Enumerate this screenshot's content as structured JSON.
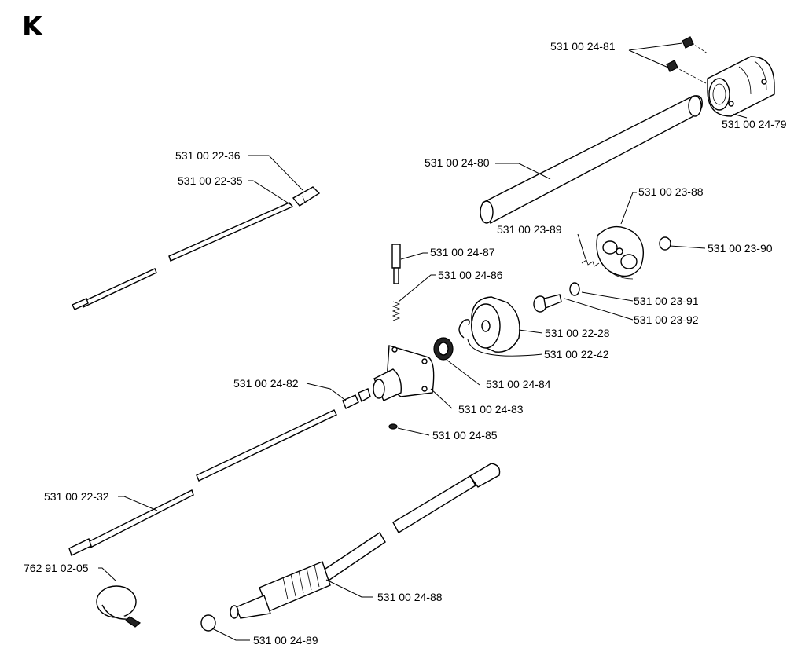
{
  "sheet": {
    "letter": "K"
  },
  "parts": [
    {
      "id": "p2481",
      "number": "531 00 24-81"
    },
    {
      "id": "p2479",
      "number": "531 00 24-79"
    },
    {
      "id": "p2480",
      "number": "531 00 24-80"
    },
    {
      "id": "p2236",
      "number": "531 00 22-36"
    },
    {
      "id": "p2235",
      "number": "531 00 22-35"
    },
    {
      "id": "p2388",
      "number": "531 00 23-88"
    },
    {
      "id": "p2389",
      "number": "531 00 23-89"
    },
    {
      "id": "p2390",
      "number": "531 00 23-90"
    },
    {
      "id": "p2487",
      "number": "531 00 24-87"
    },
    {
      "id": "p2486",
      "number": "531 00 24-86"
    },
    {
      "id": "p2391",
      "number": "531 00 23-91"
    },
    {
      "id": "p2392",
      "number": "531 00 23-92"
    },
    {
      "id": "p2228",
      "number": "531 00 22-28"
    },
    {
      "id": "p2242",
      "number": "531 00 22-42"
    },
    {
      "id": "p2484",
      "number": "531 00 24-84"
    },
    {
      "id": "p2482",
      "number": "531 00 24-82"
    },
    {
      "id": "p2483",
      "number": "531 00 24-83"
    },
    {
      "id": "p2485",
      "number": "531 00 24-85"
    },
    {
      "id": "p2232",
      "number": "531 00 22-32"
    },
    {
      "id": "p762",
      "number": "762 91 02-05"
    },
    {
      "id": "p2488",
      "number": "531 00 24-88"
    },
    {
      "id": "p2489",
      "number": "531 00 24-89"
    }
  ]
}
